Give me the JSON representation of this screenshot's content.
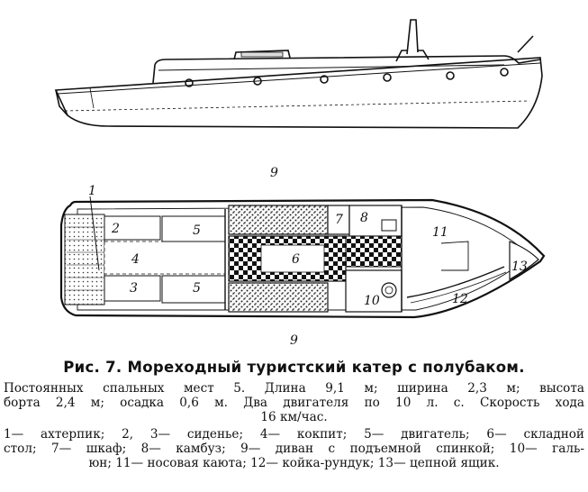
{
  "figure": {
    "labels": {
      "l1": "1",
      "l2": "2",
      "l3": "3",
      "l4": "4",
      "l5a": "5",
      "l5b": "5",
      "l6": "6",
      "l7": "7",
      "l8": "8",
      "l9top": "9",
      "l9bottom": "9",
      "l10": "10",
      "l11": "11",
      "l12": "12",
      "l13": "13"
    }
  },
  "caption": {
    "title": "Рис. 7. Мореходный туристский катер с полубаком.",
    "desc_line1": "Постоянных спальных мест 5. Длина 9,1 м; ширина 2,3 м; высота",
    "desc_line2": "борта 2,4 м; осадка 0,6 м. Два двигателя по 10 л. с. Скорость хода",
    "desc_line3": "16 км/час.",
    "legend_line1": "1— ахтерпик; 2, 3— сиденье; 4— кокпит; 5— двигатель; 6— складной",
    "legend_line2": "стол; 7— шкаф; 8— камбуз; 9— диван с подъемной спинкой; 10— галь-",
    "legend_line3": "юн; 11— носовая каюта; 12— койка-рундук; 13— цепной ящик."
  }
}
